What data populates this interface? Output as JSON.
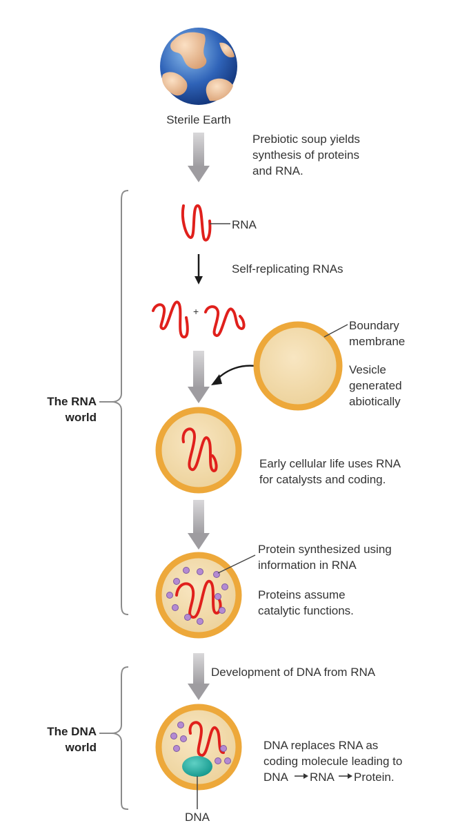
{
  "labels": {
    "sterile_earth": "Sterile Earth",
    "prebiotic": "Prebiotic soup yields\nsynthesis of proteins\nand RNA.",
    "rna": "RNA",
    "self_replicating": "Self-replicating RNAs",
    "boundary_membrane": "Boundary\nmembrane",
    "vesicle": "Vesicle\ngenerated\nabiotically",
    "early_cellular": "Early cellular life uses RNA\nfor catalysts and coding.",
    "protein_synth": "Protein synthesized using\ninformation in RNA",
    "proteins_assume": "Proteins assume\ncatalytic functions.",
    "dev_dna": "Development of DNA from RNA",
    "dna_replaces": "DNA replaces RNA as\ncoding molecule leading to\nDNA",
    "dna_replaces_mid": "RNA",
    "dna_replaces_end": "Protein.",
    "dna": "DNA",
    "plus": "+",
    "rna_world": "The RNA\nworld",
    "dna_world": "The DNA\nworld"
  },
  "colors": {
    "rna_strand": "#e0201c",
    "cell_fill": "#f5dfb3",
    "cell_ring": "#eda83a",
    "protein": "#b48ad2",
    "dna_blob": "#1aa59a",
    "ocean": "#2d5fb4",
    "land": "#e8b890",
    "gray_arrow": "#b2b0b3",
    "bracket": "#8a8a8a"
  }
}
